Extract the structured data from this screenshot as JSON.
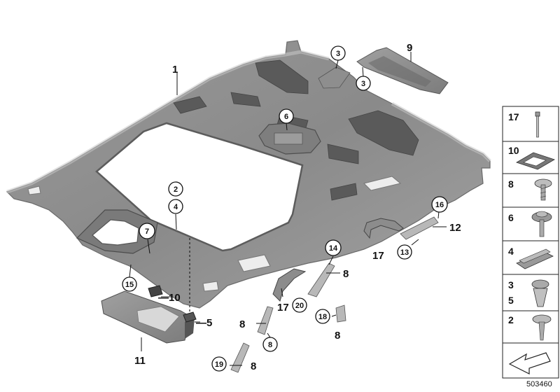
{
  "diagram": {
    "part_number": "503460",
    "callouts": [
      {
        "id": "c1",
        "text": "1"
      },
      {
        "id": "c3a",
        "text": "3"
      },
      {
        "id": "c3b",
        "text": "3"
      },
      {
        "id": "c9",
        "text": "9"
      },
      {
        "id": "c6",
        "text": "6"
      },
      {
        "id": "c2",
        "text": "2"
      },
      {
        "id": "c4",
        "text": "4"
      },
      {
        "id": "c10",
        "text": "10"
      },
      {
        "id": "c5",
        "text": "5"
      },
      {
        "id": "c11",
        "text": "11"
      },
      {
        "id": "c7",
        "text": "7"
      },
      {
        "id": "c12",
        "text": "12"
      },
      {
        "id": "c17a",
        "text": "17"
      },
      {
        "id": "c15",
        "text": "15"
      },
      {
        "id": "c16",
        "text": "16"
      },
      {
        "id": "c8a",
        "text": "8"
      },
      {
        "id": "c17b",
        "text": "17"
      },
      {
        "id": "c13",
        "text": "13"
      },
      {
        "id": "c14",
        "text": "14"
      },
      {
        "id": "c8b",
        "text": "8"
      },
      {
        "id": "c8c",
        "text": "8"
      },
      {
        "id": "c20",
        "text": "20"
      },
      {
        "id": "c18",
        "text": "18"
      },
      {
        "id": "c8d",
        "text": "8"
      },
      {
        "id": "c8e",
        "text": "8"
      },
      {
        "id": "c19",
        "text": "19"
      }
    ],
    "fastener_panel": [
      {
        "label": "17",
        "icon": "rivet-pin-icon"
      },
      {
        "label": "10",
        "icon": "foam-pad-icon"
      },
      {
        "label": "8",
        "icon": "torx-screw-icon"
      },
      {
        "label": "6",
        "icon": "collar-screw-icon"
      },
      {
        "label": "4",
        "icon": "adhesive-strip-icon"
      },
      {
        "label": "3\n5",
        "icon": "expanding-clip-icon"
      },
      {
        "label": "2",
        "icon": "tapping-screw-icon"
      },
      {
        "label": "",
        "icon": "arrow-icon"
      }
    ]
  }
}
